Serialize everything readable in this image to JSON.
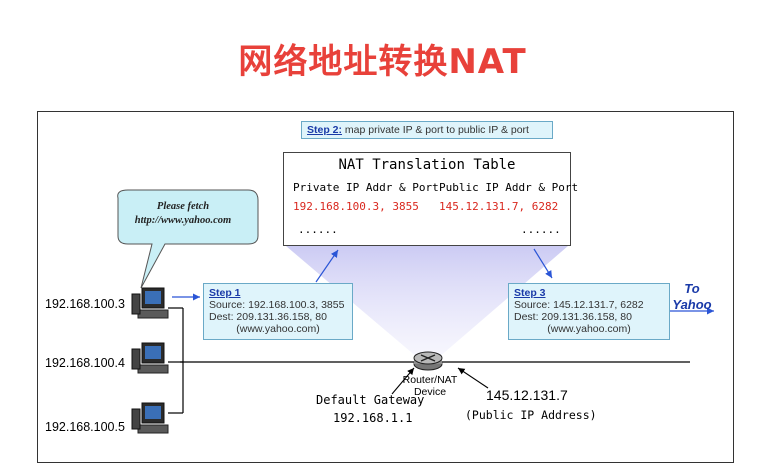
{
  "title": "网络地址转换NAT",
  "speech_bubble": {
    "line1": "Please fetch",
    "line2": "http://www.yahoo.com"
  },
  "hosts": [
    {
      "ip": "192.168.100.3"
    },
    {
      "ip": "192.168.100.4"
    },
    {
      "ip": "192.168.100.5"
    }
  ],
  "step1": {
    "title": "Step 1",
    "source": "Source: 192.168.100.3, 3855",
    "dest": "Dest: 209.131.36.158, 80",
    "host": "(www.yahoo.com)"
  },
  "step2": {
    "title": "Step 2:",
    "text": " map private IP & port to public IP & port"
  },
  "step3": {
    "title": "Step 3",
    "source": "Source: 145.12.131.7, 6282",
    "dest": "Dest: 209.131.36.158, 80",
    "host": "(www.yahoo.com)"
  },
  "nat_table": {
    "title": "NAT Translation Table",
    "col_private": "Private IP Addr & Port",
    "col_public": "Public IP Addr & Port",
    "private_value": "192.168.100.3, 3855",
    "public_value": "145.12.131.7, 6282",
    "ellipsis": "......"
  },
  "router": {
    "label_line1": "Router/NAT",
    "label_line2": "Device"
  },
  "gateway": {
    "label": "Default Gateway",
    "ip": "192.168.1.1"
  },
  "public_ip": {
    "ip": "145.12.131.7",
    "label": "(Public IP Address)"
  },
  "to_yahoo": {
    "line1": "To",
    "line2": "Yahoo"
  },
  "colors": {
    "title": "#e8413a",
    "step_bg": "#dff4fb",
    "step_title": "#1a3aa8",
    "nat_value": "#d9281f",
    "arrow": "#2a55d6"
  }
}
